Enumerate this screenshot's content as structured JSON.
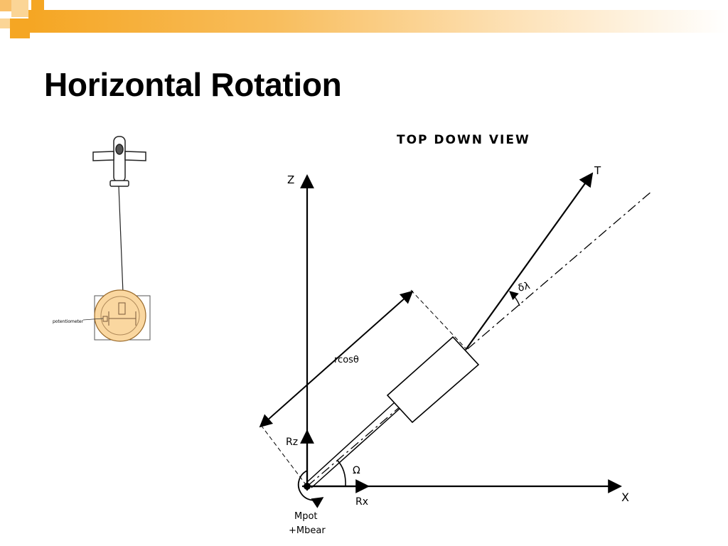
{
  "slide": {
    "title": "Horizontal Rotation"
  },
  "left_figure": {
    "label_potentiometer": "potentiometer"
  },
  "diagram": {
    "heading": "TOP DOWN VIEW",
    "axis_z": "Z",
    "axis_x": "X",
    "thrust": "T",
    "delta_lambda": "δλ",
    "r_cos_theta": "rcosθ",
    "omega": "Ω",
    "r_z": "Rz",
    "r_x": "Rx",
    "moment_line1": "Mpot",
    "moment_line2": "+Mbear"
  },
  "colors": {
    "accent_orange": "#f5a623",
    "accent_light": "#fbd08a",
    "potentiometer_fill": "#fad7a0"
  }
}
